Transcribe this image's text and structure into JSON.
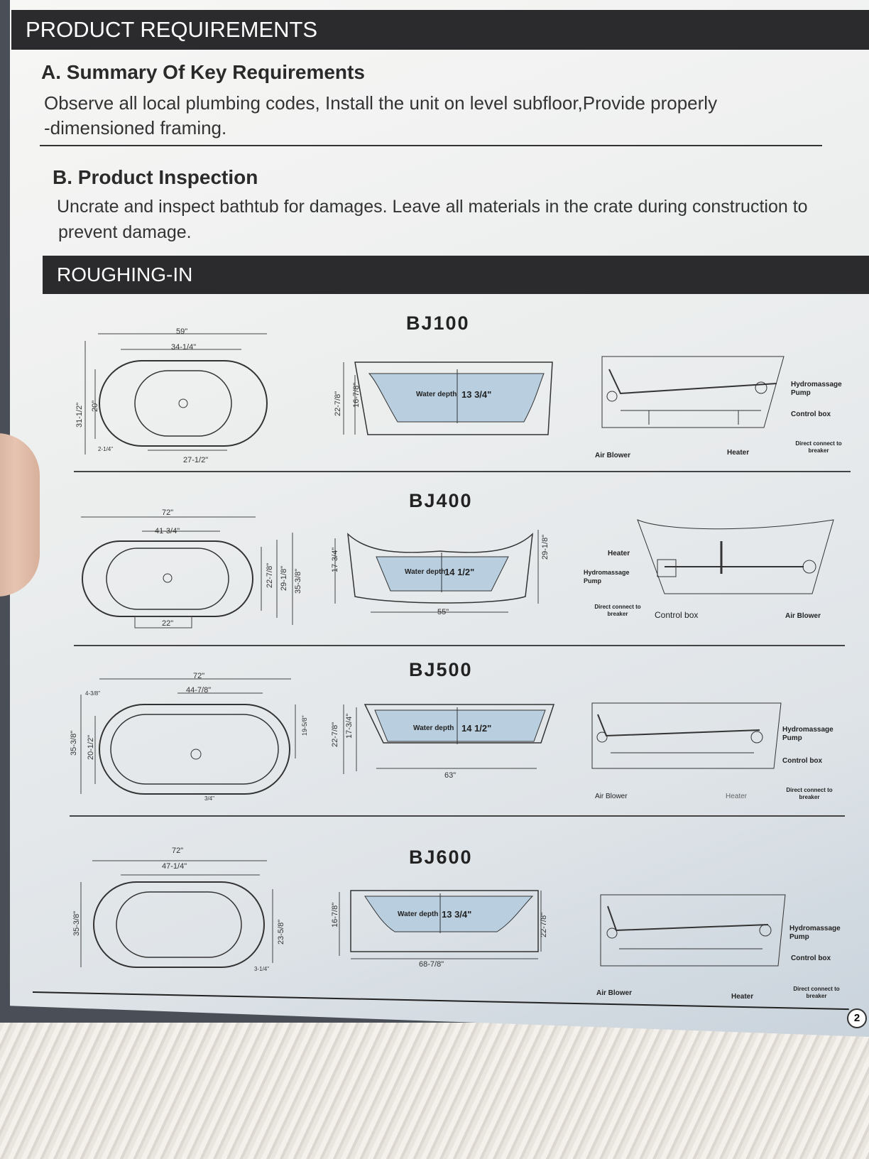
{
  "sections": {
    "header": "PRODUCT REQUIREMENTS",
    "a_title": "A. Summary Of Key Requirements",
    "a_text_line1": "Observe all local plumbing codes, Install the unit on level subfloor,Provide properly",
    "a_text_line2": "-dimensioned framing.",
    "b_title": "B. Product Inspection",
    "b_text_line1": "Uncrate and inspect bathtub for damages. Leave all materials in the crate during construction to",
    "b_text_line2": "prevent damage.",
    "roughing": "ROUGHING-IN"
  },
  "labels": {
    "water_depth": "Water depth",
    "air_blower": "Air Blower",
    "heater": "Heater",
    "hydromassage_pump": "Hydromassage Pump",
    "control_box": "Control box",
    "direct_connect": "Direct connect to breaker"
  },
  "models": [
    {
      "name": "BJ100",
      "top_dims": {
        "overall_length": "59\"",
        "inner_length": "34-1/4\"",
        "bottom_length": "27-1/2\"",
        "overall_width": "31-1/2\"",
        "inner_width": "20\"",
        "offset": "2-1/4\""
      },
      "side_dims": {
        "height_a": "22-7/8\"",
        "height_b": "16-7/8\"",
        "water_depth": "13 3/4\""
      }
    },
    {
      "name": "BJ400",
      "top_dims": {
        "overall_length": "72\"",
        "inner_length": "41-3/4\"",
        "bottom_length": "22\"",
        "width_a": "22-7/8\"",
        "width_b": "29-1/8\"",
        "width_c": "35-3/8\""
      },
      "side_dims": {
        "height_a": "17-3/4\"",
        "height_b": "29-1/8\"",
        "water_depth": "14 1/2\"",
        "base_length": "55\""
      }
    },
    {
      "name": "BJ500",
      "top_dims": {
        "overall_length": "72\"",
        "inner_length": "44-7/8\"",
        "overall_width": "35-3/8\"",
        "inner_width": "20-1/2\"",
        "offset": "4-3/8\"",
        "side_height": "19-5/8\"",
        "bottom": "3/4\""
      },
      "side_dims": {
        "height_a": "22-7/8\"",
        "height_b": "17-3/4\"",
        "water_depth": "14 1/2\"",
        "base_length": "63\""
      }
    },
    {
      "name": "BJ600",
      "top_dims": {
        "overall_length": "72\"",
        "inner_length": "47-1/4\"",
        "overall_width": "35-3/8\"",
        "side_height": "23-5/8\"",
        "bottom": "3-1/4\""
      },
      "side_dims": {
        "height_a": "16-7/8\"",
        "height_b": "22-7/8\"",
        "water_depth": "13 3/4\"",
        "base_length": "68-7/8\""
      }
    }
  ],
  "page_number": "2"
}
